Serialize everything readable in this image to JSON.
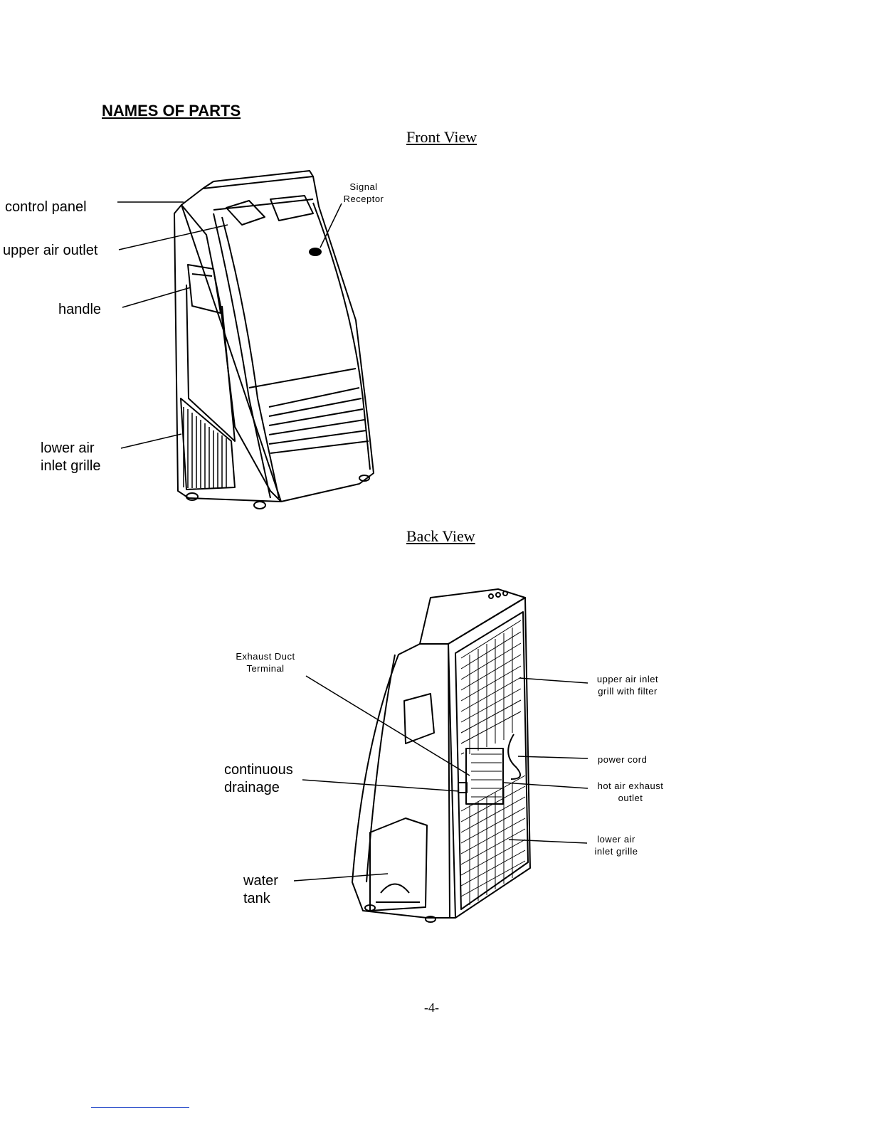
{
  "heading": "NAMES OF PARTS",
  "front_view": {
    "title": "Front View",
    "labels": {
      "control_panel": "control panel",
      "upper_air_outlet": "upper air outlet",
      "handle": "handle",
      "lower_air_inlet_line1": "lower air",
      "lower_air_inlet_line2": "inlet grille",
      "signal_line1": "Signal",
      "signal_line2": "Receptor"
    }
  },
  "back_view": {
    "title": "Back View",
    "labels": {
      "exhaust_line1": "Exhaust Duct",
      "exhaust_line2": "Terminal",
      "drain_line1": "continuous",
      "drain_line2": "drainage",
      "tank_line1": "water",
      "tank_line2": "tank",
      "upper_inlet_line1": "upper air inlet",
      "upper_inlet_line2": "grill with filter",
      "power_cord": "power cord",
      "hot_air_line1": "hot air exhaust",
      "hot_air_line2": "outlet",
      "lower_inlet_line1": "lower air",
      "lower_inlet_line2": "inlet grille"
    }
  },
  "page_number": "-4-"
}
